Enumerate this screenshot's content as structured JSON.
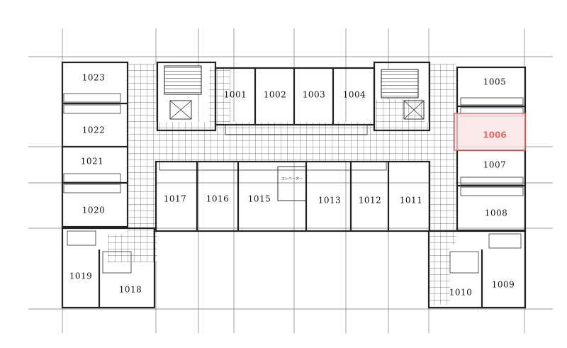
{
  "highlight_color": "#e46a6a",
  "highlight_fill": "#fbe2e2",
  "units": {
    "r1001": "1001",
    "r1002": "1002",
    "r1003": "1003",
    "r1004": "1004",
    "r1005": "1005",
    "r1006": "1006",
    "r1007": "1007",
    "r1008": "1008",
    "r1009": "1009",
    "r1010": "1010",
    "r1011": "1011",
    "r1012": "1012",
    "r1013": "1013",
    "r1015": "1015",
    "r1016": "1016",
    "r1017": "1017",
    "r1018": "1018",
    "r1019": "1019",
    "r1020": "1020",
    "r1021": "1021",
    "r1022": "1022",
    "r1023": "1023"
  },
  "elevator_label": "エレベーター",
  "highlighted_unit": "1006"
}
